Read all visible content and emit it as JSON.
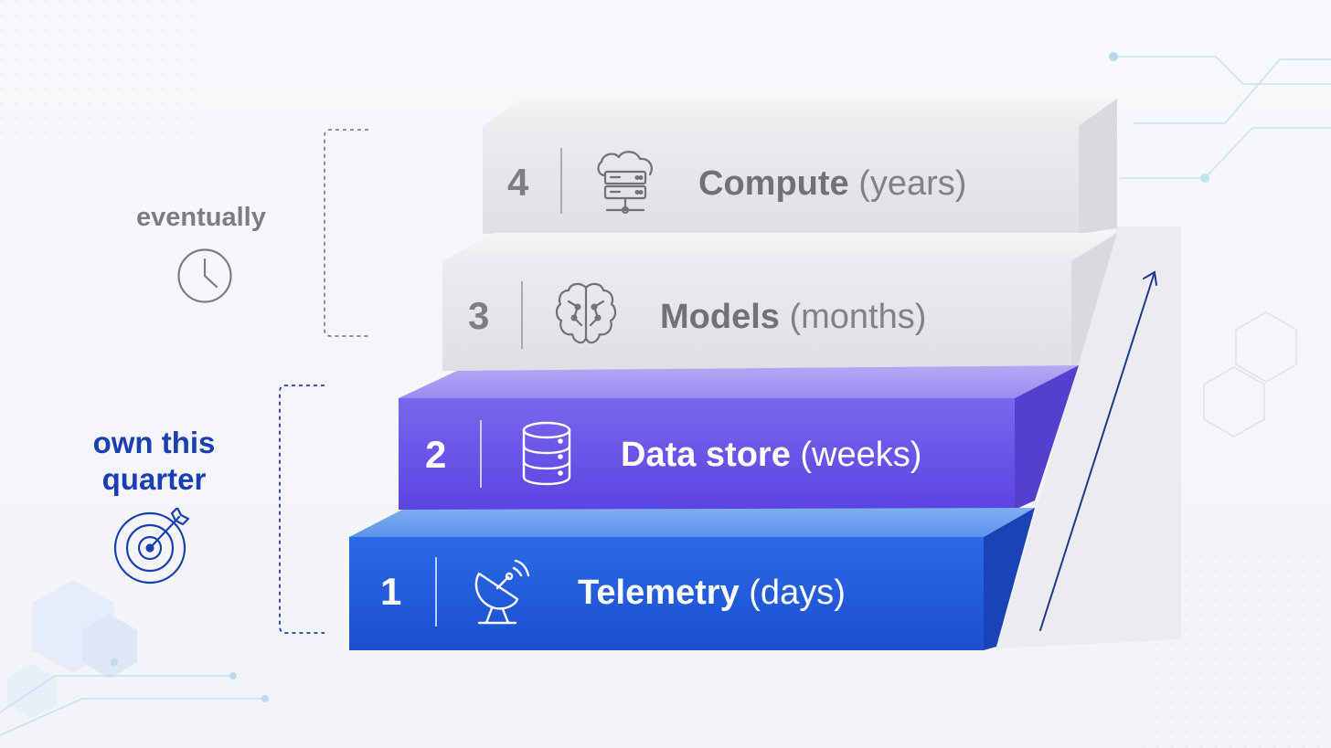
{
  "steps": [
    {
      "number": "1",
      "name": "Telemetry",
      "duration": "(days)",
      "icon": "satellite-dish-icon"
    },
    {
      "number": "2",
      "name": "Data store",
      "duration": "(weeks)",
      "icon": "database-icon"
    },
    {
      "number": "3",
      "name": "Models",
      "duration": "(months)",
      "icon": "brain-icon"
    },
    {
      "number": "4",
      "name": "Compute",
      "duration": "(years)",
      "icon": "cloud-server-icon"
    }
  ],
  "groups": {
    "eventually": {
      "label": "eventually",
      "icon": "clock-icon"
    },
    "now": {
      "label_line1": "own this",
      "label_line2": "quarter",
      "icon": "target-icon"
    }
  },
  "colors": {
    "step1": "#1f57d8",
    "step2": "#6a55e6",
    "grey_steps": "#e6e7ea",
    "accent_text": "#1a3fb0",
    "muted_text": "#7b7d82",
    "arrow": "#1d3a8c"
  }
}
